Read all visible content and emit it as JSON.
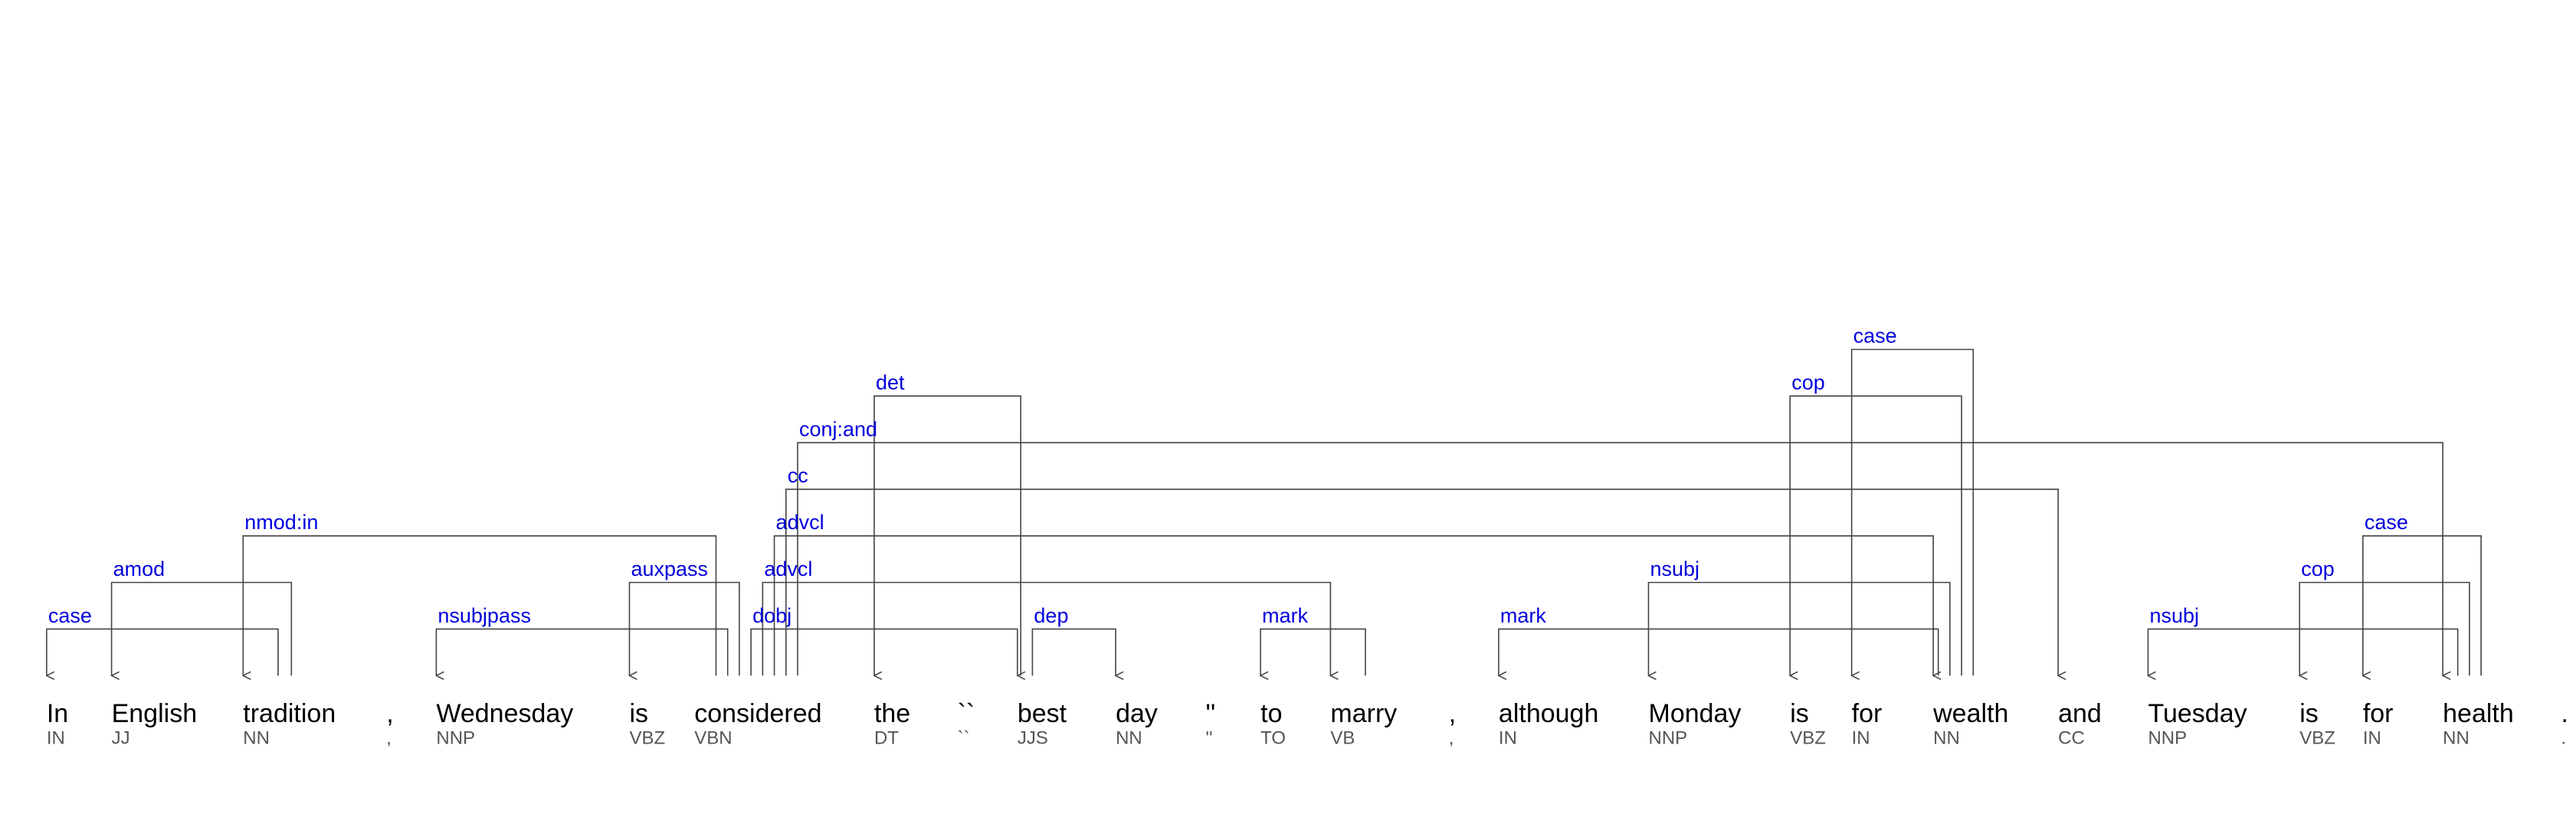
{
  "colors": {
    "relation_label": "#0000dd",
    "arc_line": "#444444",
    "token": "#000000",
    "pos_tag": "#555555",
    "background": "#ffffff"
  },
  "tokens": [
    {
      "word": "In",
      "tag": "IN"
    },
    {
      "word": "English",
      "tag": "JJ"
    },
    {
      "word": "tradition",
      "tag": "NN"
    },
    {
      "word": ",",
      "tag": ","
    },
    {
      "word": "Wednesday",
      "tag": "NNP"
    },
    {
      "word": "is",
      "tag": "VBZ"
    },
    {
      "word": "considered",
      "tag": "VBN"
    },
    {
      "word": "the",
      "tag": "DT"
    },
    {
      "word": "``",
      "tag": "``"
    },
    {
      "word": "best",
      "tag": "JJS"
    },
    {
      "word": "day",
      "tag": "NN"
    },
    {
      "word": "''",
      "tag": "''"
    },
    {
      "word": "to",
      "tag": "TO"
    },
    {
      "word": "marry",
      "tag": "VB"
    },
    {
      "word": ",",
      "tag": ","
    },
    {
      "word": "although",
      "tag": "IN"
    },
    {
      "word": "Monday",
      "tag": "NNP"
    },
    {
      "word": "is",
      "tag": "VBZ"
    },
    {
      "word": "for",
      "tag": "IN"
    },
    {
      "word": "wealth",
      "tag": "NN"
    },
    {
      "word": "and",
      "tag": "CC"
    },
    {
      "word": "Tuesday",
      "tag": "NNP"
    },
    {
      "word": "is",
      "tag": "VBZ"
    },
    {
      "word": "for",
      "tag": "IN"
    },
    {
      "word": "health",
      "tag": "NN"
    },
    {
      "word": ".",
      "tag": "."
    }
  ],
  "dependencies": [
    {
      "label": "case",
      "head": 2,
      "dep": 0
    },
    {
      "label": "amod",
      "head": 2,
      "dep": 1
    },
    {
      "label": "nmod:in",
      "head": 6,
      "dep": 2
    },
    {
      "label": "nsubjpass",
      "head": 6,
      "dep": 4
    },
    {
      "label": "auxpass",
      "head": 6,
      "dep": 5
    },
    {
      "label": "dobj",
      "head": 6,
      "dep": 9
    },
    {
      "label": "advcl",
      "head": 6,
      "dep": 13
    },
    {
      "label": "advcl",
      "head": 6,
      "dep": 19
    },
    {
      "label": "cc",
      "head": 6,
      "dep": 20
    },
    {
      "label": "conj:and",
      "head": 6,
      "dep": 24
    },
    {
      "label": "det",
      "head": 9,
      "dep": 7
    },
    {
      "label": "dep",
      "head": 9,
      "dep": 10
    },
    {
      "label": "mark",
      "head": 13,
      "dep": 12
    },
    {
      "label": "mark",
      "head": 19,
      "dep": 15
    },
    {
      "label": "nsubj",
      "head": 19,
      "dep": 16
    },
    {
      "label": "cop",
      "head": 19,
      "dep": 17
    },
    {
      "label": "case",
      "head": 19,
      "dep": 18
    },
    {
      "label": "nsubj",
      "head": 24,
      "dep": 21
    },
    {
      "label": "cop",
      "head": 24,
      "dep": 22
    },
    {
      "label": "case",
      "head": 24,
      "dep": 23
    }
  ]
}
